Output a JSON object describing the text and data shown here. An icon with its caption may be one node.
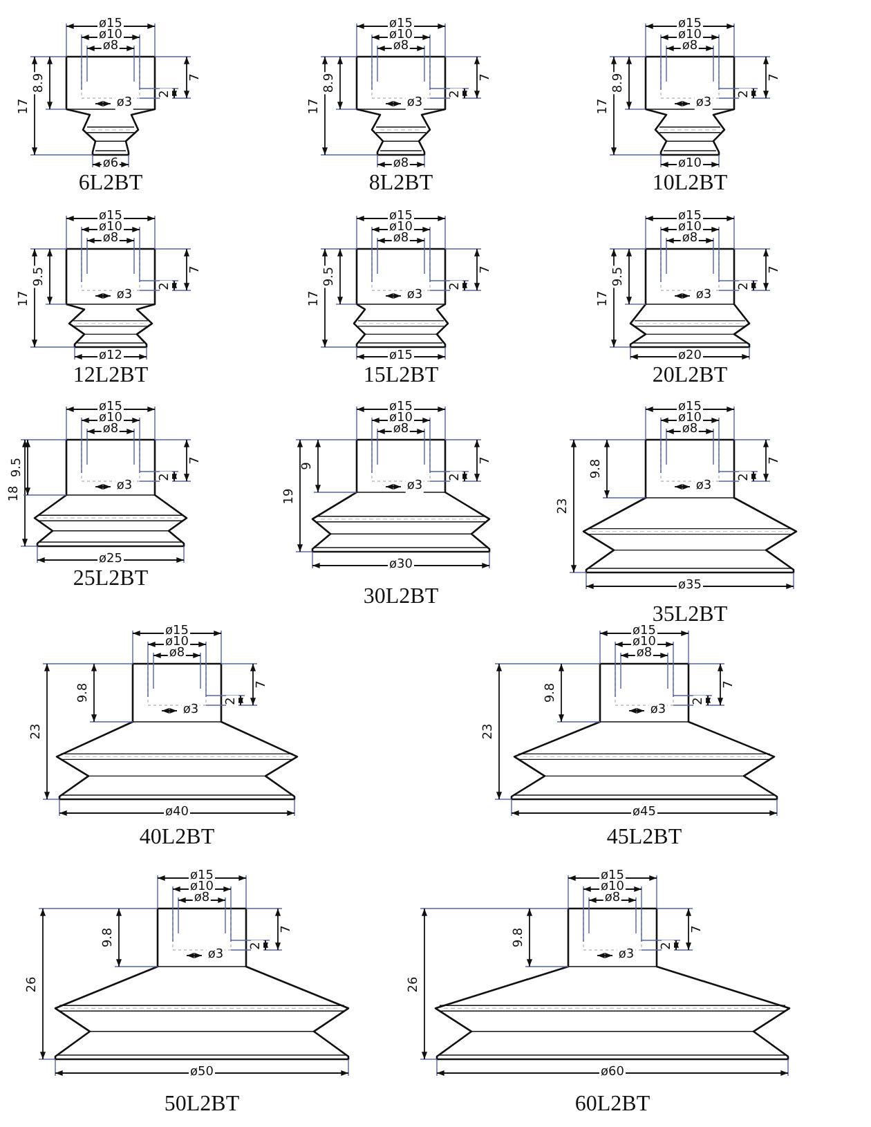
{
  "diagram": {
    "labels": [
      "ø15",
      "ø10",
      "ø8",
      "17",
      "8.9",
      "7",
      "2",
      "ø3",
      "ø6",
      "6L2BT",
      "ø15",
      "ø10",
      "ø8",
      "17",
      "8.9",
      "7",
      "2",
      "ø3",
      "ø8",
      "8L2BT",
      "ø15",
      "ø10",
      "ø8",
      "17",
      "8.9",
      "7",
      "2",
      "ø3",
      "ø10",
      "10L2BT",
      "ø15",
      "ø10",
      "ø8",
      "17",
      "9.5",
      "7",
      "2",
      "ø3",
      "ø12",
      "12L2BT",
      "ø15",
      "ø10",
      "ø8",
      "17",
      "9.5",
      "7",
      "2",
      "ø3",
      "ø15",
      "15L2BT",
      "ø15",
      "ø10",
      "ø8",
      "17",
      "9.5",
      "7",
      "2",
      "ø3",
      "ø20",
      "20L2BT",
      "ø15",
      "ø10",
      "ø8",
      "18",
      "9.5",
      "7",
      "2",
      "ø3",
      "ø25",
      "25L2BT",
      "ø15",
      "ø10",
      "ø8",
      "19",
      "9",
      "7",
      "2",
      "ø3",
      "ø30",
      "30L2BT",
      "ø15",
      "ø10",
      "ø8",
      "23",
      "9.8",
      "7",
      "2",
      "ø3",
      "ø35",
      "35L2BT",
      "ø15",
      "ø10",
      "ø8",
      "23",
      "9.8",
      "7",
      "2",
      "ø3",
      "ø40",
      "40L2BT",
      "ø15",
      "ø10",
      "ø8",
      "23",
      "9.8",
      "7",
      "2",
      "ø3",
      "ø45",
      "45L2BT",
      "ø15",
      "ø10",
      "ø8",
      "26",
      "9.8",
      "7",
      "2",
      "ø3",
      "ø50",
      "50L2BT",
      "ø15",
      "ø10",
      "ø8",
      "26",
      "9.8",
      "7",
      "2",
      "ø3",
      "ø60",
      "60L2BT"
    ]
  }
}
